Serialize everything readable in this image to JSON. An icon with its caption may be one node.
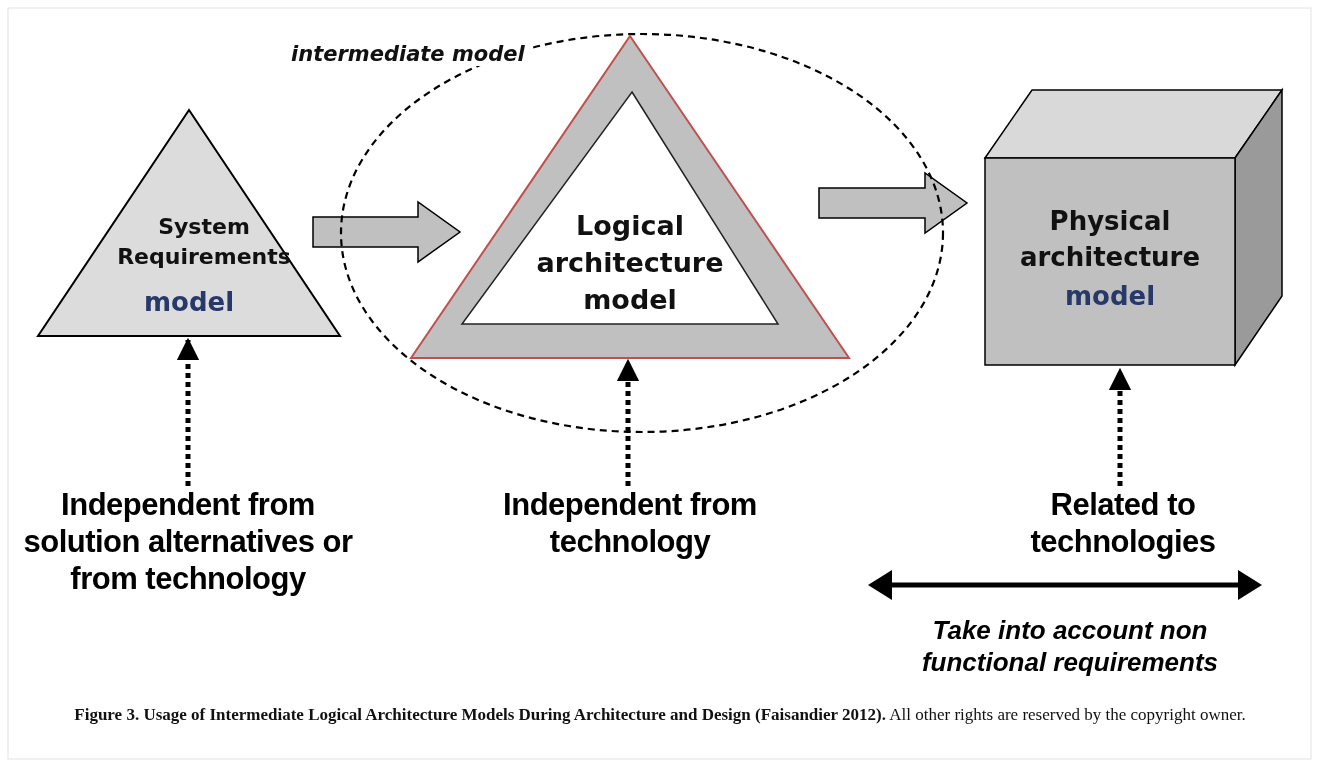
{
  "diagram": {
    "caption": "**Figure 3. Usage of Intermediate Logical Architecture Models During Architecture and Design (Faisandier 2012).** All other rights are reserved by the copyright owner.",
    "nodes": [
      {
        "text": [
          "System Requirements",
          "model"
        ]
      },
      {
        "text": [
          "intermediate model"
        ]
      },
      {
        "text": [
          "Logical architecture model"
        ],
        "in": 1
      },
      {
        "text": [
          "Physical architecture",
          "model"
        ]
      },
      {
        "text": [
          "Independent from solution alternatives or from technology"
        ]
      },
      {
        "text": [
          "Independent from technology"
        ]
      },
      {
        "text": [
          "Related to technologies"
        ]
      }
    ],
    "edges": [
      {
        "from": 0,
        "to": 2,
        "arrow": "to",
        "style": "thick"
      },
      {
        "from": 2,
        "to": 3,
        "arrow": "to",
        "style": "thick"
      },
      {
        "from": 4,
        "to": 0,
        "arrow": "to",
        "style": "dashed"
      },
      {
        "from": 5,
        "to": 2,
        "arrow": "to",
        "style": "dashed"
      },
      {
        "from": 6,
        "to": 3,
        "arrow": "to",
        "style": "dashed"
      }
    ],
    "labels": [
      "Take into account non functional requirements"
    ]
  }
}
